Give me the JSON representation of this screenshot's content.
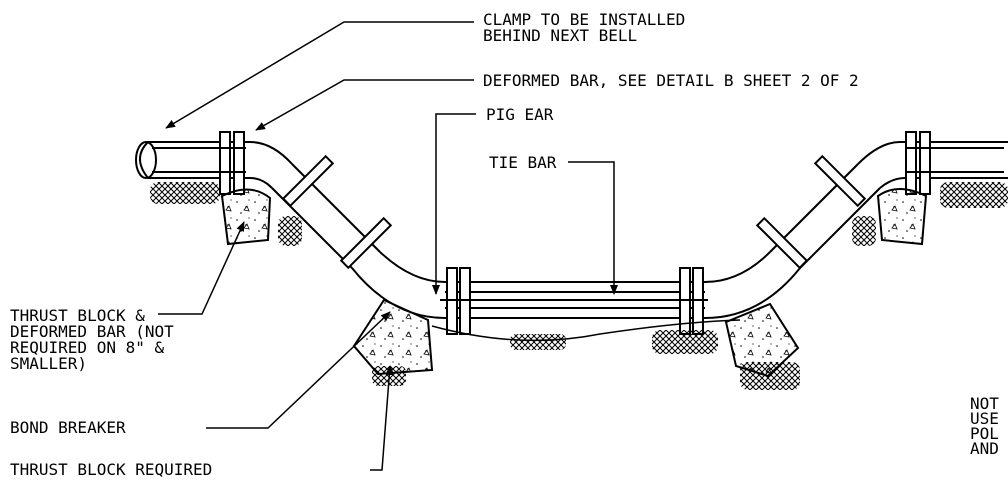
{
  "callouts": {
    "clamp": [
      "CLAMP TO BE INSTALLED",
      "BEHIND NEXT BELL"
    ],
    "deformed_bar": "DEFORMED BAR, SEE DETAIL B SHEET 2 OF 2",
    "pig_ear": "PIG EAR",
    "tie_bar": "TIE BAR",
    "thrust_block_deformed": [
      "THRUST BLOCK &",
      "DEFORMED BAR (NOT",
      "REQUIRED ON 8\" &",
      "SMALLER)"
    ],
    "bond_breaker": "BOND BREAKER",
    "thrust_block_required": "THRUST BLOCK REQUIRED"
  },
  "note_fragment": [
    "NOT",
    "USE",
    "POL",
    "AND"
  ],
  "colors": {
    "ink": "#000000",
    "paper": "#ffffff"
  }
}
